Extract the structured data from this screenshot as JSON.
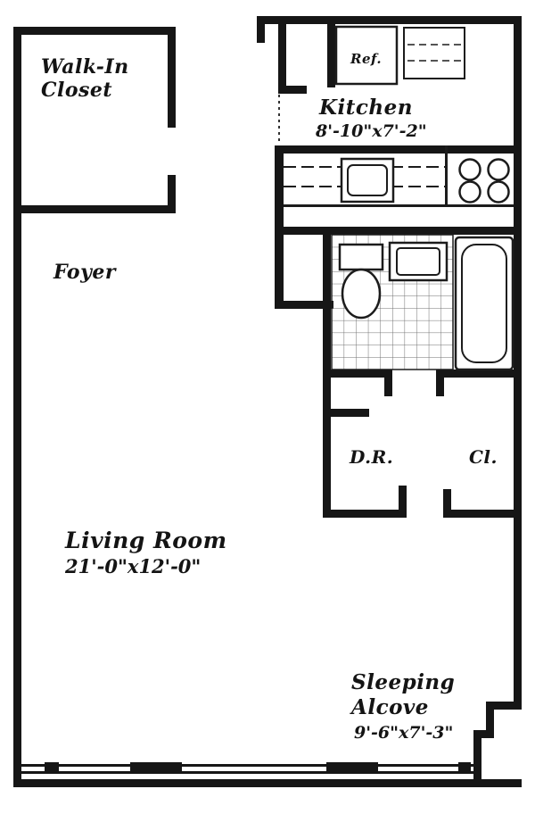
{
  "plan": {
    "rooms": {
      "walk_in_closet": {
        "line1": "Walk-In",
        "line2": "Closet"
      },
      "kitchen": {
        "name": "Kitchen",
        "dims": "8'-10\"x7'-2\""
      },
      "foyer": {
        "name": "Foyer"
      },
      "dressing_room": {
        "abbr": "D.R."
      },
      "closet": {
        "abbr": "Cl."
      },
      "living_room": {
        "name": "Living Room",
        "dims": "21'-0\"x12'-0\""
      },
      "sleeping_alcove": {
        "line1": "Sleeping",
        "line2": "Alcove",
        "dims": "9'-6\"x7'-3\""
      }
    },
    "fixtures": {
      "refrigerator": "Ref."
    },
    "colors": {
      "wall": "#161616",
      "fixture": "#1c1c1c",
      "tile_line": "#707070",
      "background": "#ffffff"
    }
  }
}
